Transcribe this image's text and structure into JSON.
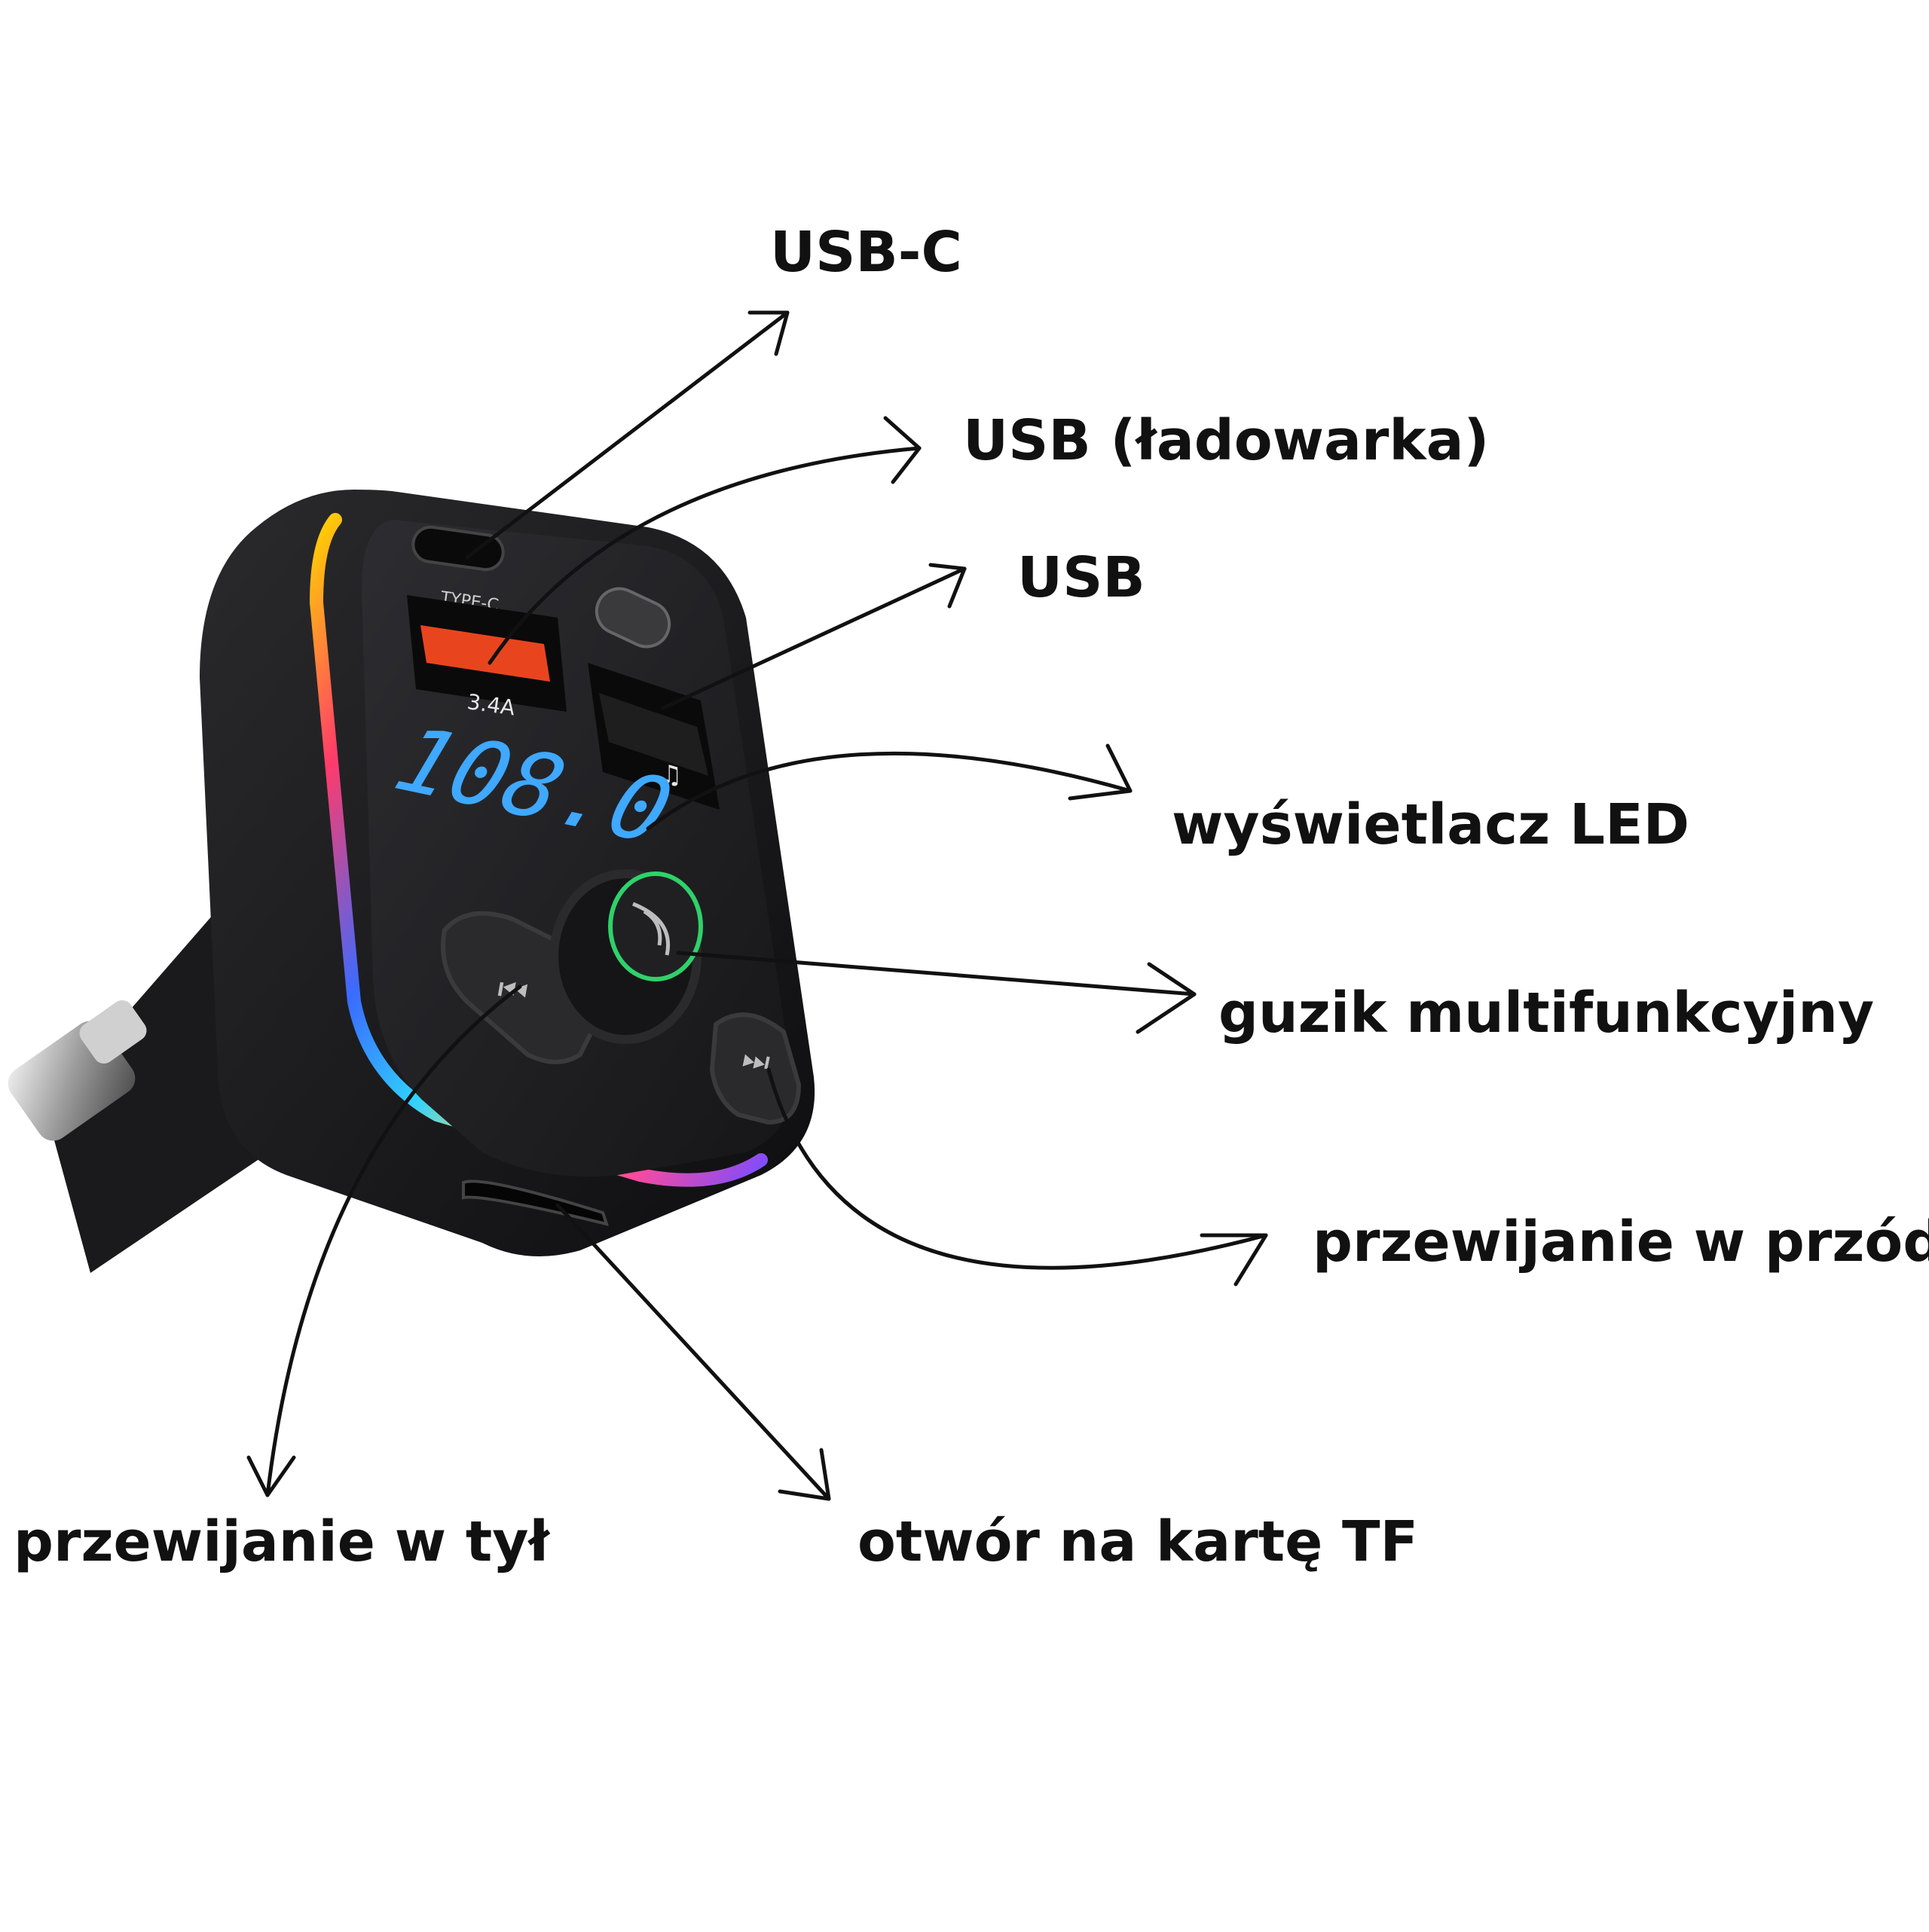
{
  "labels": {
    "usb_c": "USB-C",
    "usb_charger": "USB (ładowarka)",
    "usb": "USB",
    "led_display": "wyświetlacz LED",
    "multifunction_button": "guzik multifunkcyjny",
    "forward": "przewijanie w przód",
    "backward": "przewijanie w tył",
    "tf_slot": "otwór na kartę TF"
  },
  "device": {
    "port_c_label": "TYPE-C",
    "port_a_label": "3.4A",
    "display_value": "108.0",
    "colors": {
      "body": "#1c1c1e",
      "display": "#3fa8ff",
      "accent_port": "#e8451f",
      "button_ring": "#2fd16a"
    }
  }
}
